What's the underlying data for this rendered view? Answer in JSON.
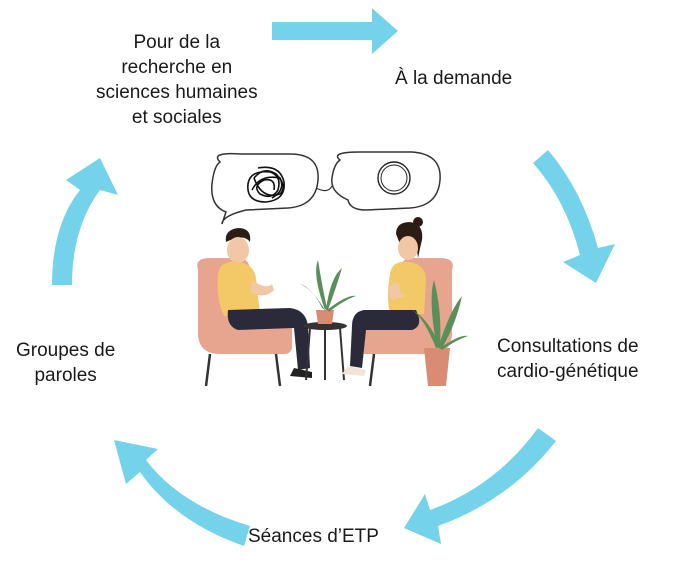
{
  "diagram": {
    "type": "cycle",
    "arrow_color": "#74d3ea",
    "nodes": [
      {
        "id": "demande",
        "lines": [
          "À la demande"
        ]
      },
      {
        "id": "consultations",
        "lines": [
          "Consultations de",
          "cardio-génétique"
        ]
      },
      {
        "id": "etp",
        "lines": [
          "Séances d’ETP"
        ]
      },
      {
        "id": "groupes",
        "lines": [
          "Groupes de",
          "paroles"
        ]
      },
      {
        "id": "recherche",
        "lines": [
          "Pour de la",
          "recherche en",
          "sciences humaines",
          "et sociales"
        ]
      }
    ],
    "center_image": {
      "icon": "two-people-talking-in-armchairs-illustration",
      "colors": {
        "chair": "#e7a58f",
        "shirt": "#f3c968",
        "pants": "#2a2a3a",
        "plant": "#5b8f5a",
        "pot": "#d98b73",
        "skin": "#f1c7a5",
        "hair": "#2b1d16"
      }
    }
  }
}
